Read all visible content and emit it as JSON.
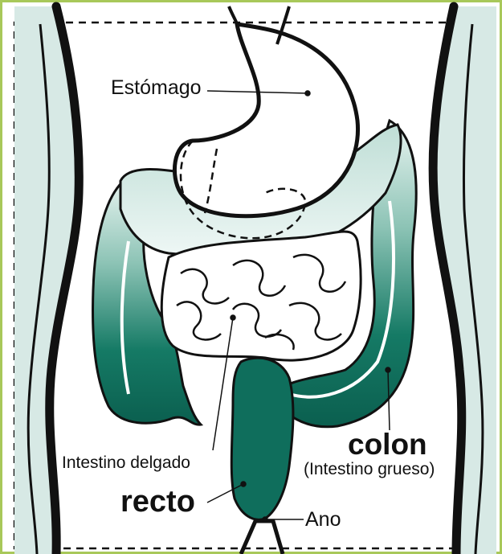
{
  "labels": {
    "stomach": "Estómago",
    "small_intestine": "Intestino delgado",
    "rectum": "recto",
    "colon": "colon",
    "colon_subtitle": "(Intestino grueso)",
    "anus": "Ano"
  },
  "colors": {
    "frame_border": "#a8c85a",
    "body_fill": "#d7e9e5",
    "colon_dark": "#0f6e5c",
    "colon_light": "#e8f3f0",
    "outline": "#111111"
  }
}
